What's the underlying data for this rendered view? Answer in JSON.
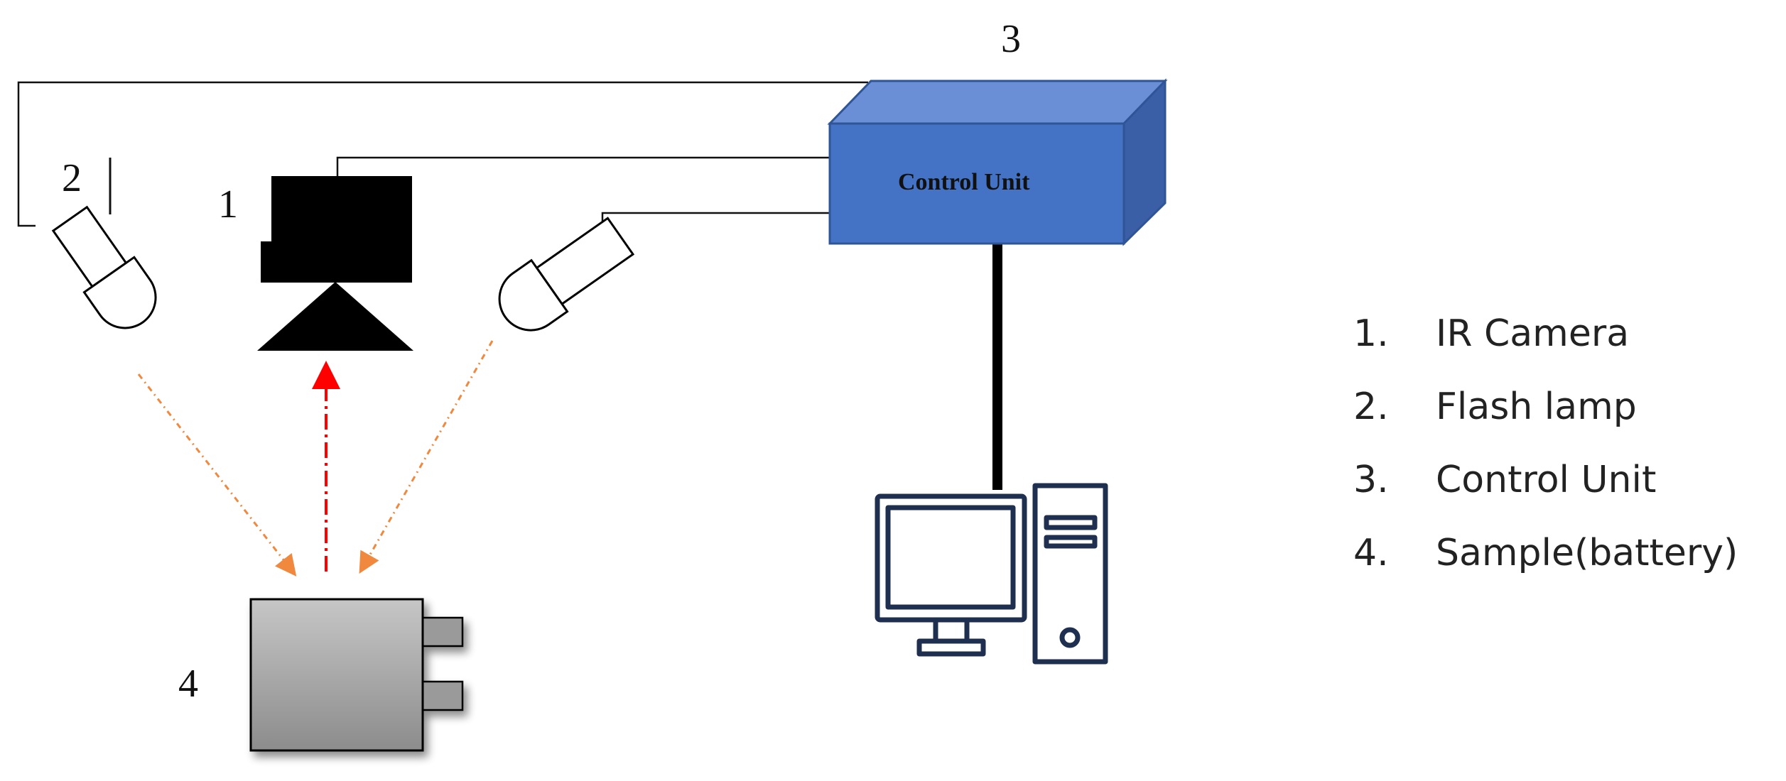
{
  "diagram": {
    "numbers": {
      "camera": "1",
      "flash_lamp": "2",
      "control_unit": "3",
      "sample": "4"
    },
    "control_unit_label": "Control Unit",
    "legend": [
      {
        "num": "1.",
        "text": "IR Camera"
      },
      {
        "num": "2.",
        "text": "Flash lamp"
      },
      {
        "num": "3.",
        "text": "Control Unit"
      },
      {
        "num": "4.",
        "text": "Sample(battery)"
      }
    ],
    "colors": {
      "control_unit_front": "#4472C4",
      "control_unit_top": "#6B8FD6",
      "control_unit_side": "#3A5FA6",
      "control_unit_border": "#2F5597",
      "computer_stroke": "#1F2F4F",
      "ir_arrow": "#FF0000",
      "flash_arrow": "#F0883E"
    }
  }
}
